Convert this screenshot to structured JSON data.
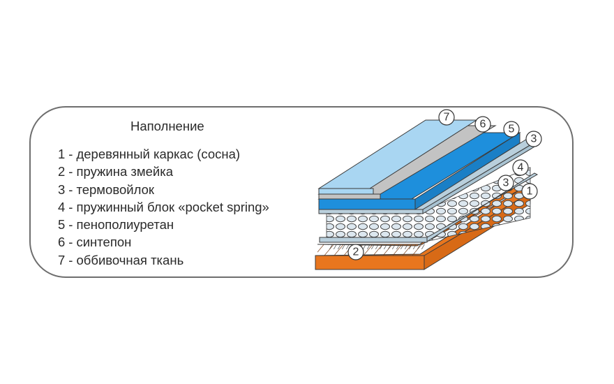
{
  "heading": "Наполнение",
  "layers": [
    {
      "number": "1",
      "separator": "-",
      "label": "деревянный каркас (сосна)"
    },
    {
      "number": "2",
      "separator": "-",
      "label": "пружина змейка"
    },
    {
      "number": "3",
      "separator": "-",
      "label": "термовойлок"
    },
    {
      "number": "4",
      "separator": "-",
      "label": "пружинный блок «pocket spring»"
    },
    {
      "number": "5",
      "separator": "-",
      "label": "пенополиуретан"
    },
    {
      "number": "6",
      "separator": "-",
      "label": "синтепон"
    },
    {
      "number": "7",
      "separator": "-",
      "label": "оббивочная ткань"
    }
  ],
  "callouts": {
    "c7": "7",
    "c6": "6",
    "c5": "5",
    "c3a": "3",
    "c4": "4",
    "c3b": "3",
    "c1": "1",
    "c2": "2"
  },
  "colors": {
    "frame_wood": "#e8761e",
    "felt": "#b9cfdc",
    "foam": "#1e8fdc",
    "synthetic": "#c3c3c3",
    "fabric": "#a9d6f2",
    "outline": "#3a3a3a"
  }
}
